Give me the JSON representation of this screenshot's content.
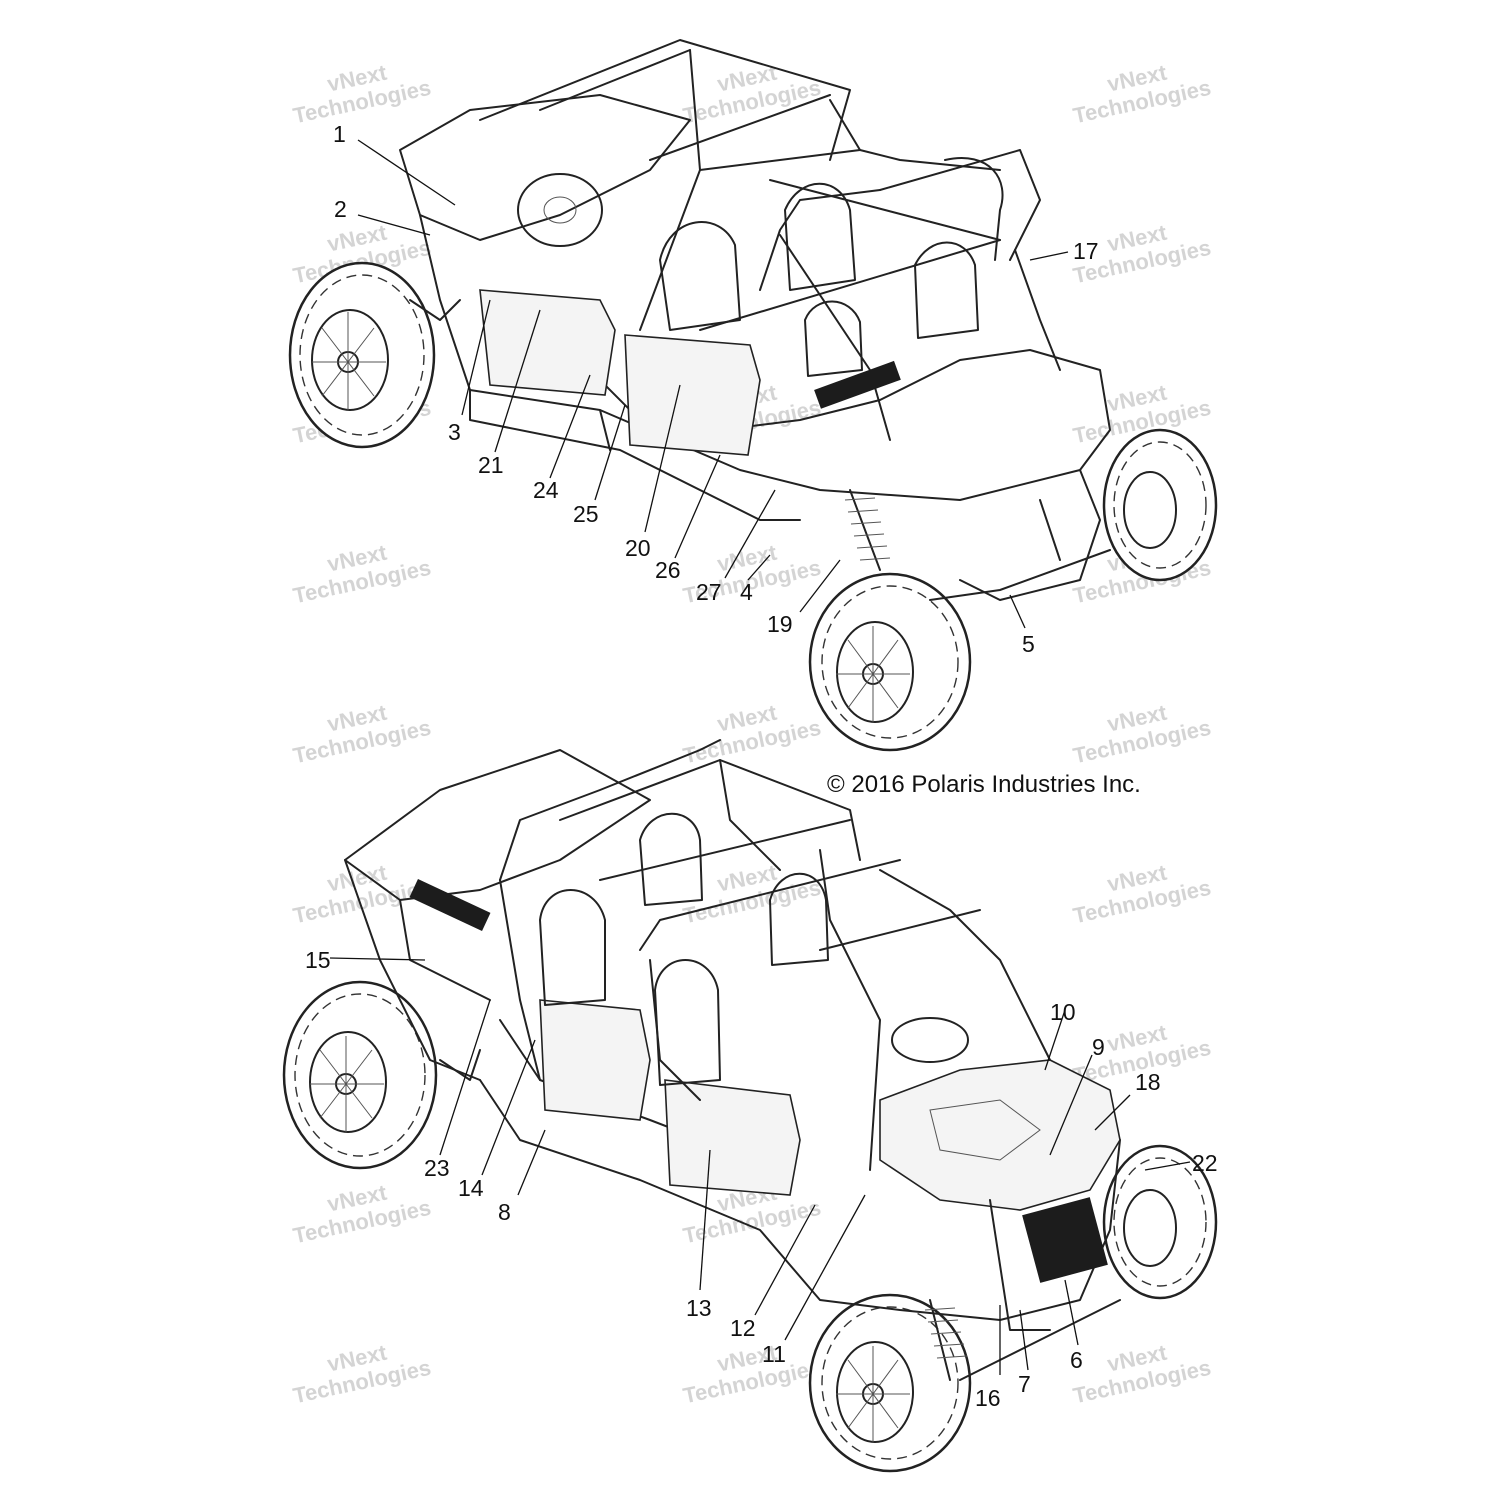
{
  "copyright": "© 2016 Polaris Industries Inc.",
  "watermark": [
    "vNext",
    "Technologies"
  ],
  "callouts": [
    "1",
    "2",
    "3",
    "4",
    "5",
    "6",
    "7",
    "8",
    "9",
    "10",
    "11",
    "12",
    "13",
    "14",
    "15",
    "16",
    "17",
    "18",
    "19",
    "20",
    "21",
    "22",
    "23",
    "24",
    "25",
    "26",
    "27"
  ],
  "colors": {
    "line": "#222222",
    "watermark": "#d4d4d4",
    "background": "#ffffff",
    "grille": "#1c1c1c"
  }
}
